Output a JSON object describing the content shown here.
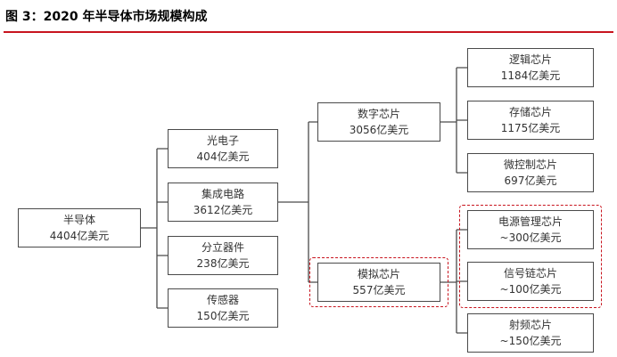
{
  "figure_title": "图 3：2020 年半导体市场规模构成",
  "colors": {
    "title_rule": "#c8141e",
    "box_border": "#4a4a4a",
    "highlight_dash": "#c8141e"
  },
  "nodes": {
    "semiconductor": {
      "name": "半导体",
      "value": "4404亿美元"
    },
    "optoelectronics": {
      "name": "光电子",
      "value": "404亿美元"
    },
    "ic": {
      "name": "集成电路",
      "value": "3612亿美元"
    },
    "discrete": {
      "name": "分立器件",
      "value": "238亿美元"
    },
    "sensor": {
      "name": "传感器",
      "value": "150亿美元"
    },
    "digital": {
      "name": "数字芯片",
      "value": "3056亿美元"
    },
    "analog": {
      "name": "模拟芯片",
      "value": "557亿美元"
    },
    "logic": {
      "name": "逻辑芯片",
      "value": "1184亿美元"
    },
    "memory": {
      "name": "存储芯片",
      "value": "1175亿美元"
    },
    "micro": {
      "name": "微控制芯片",
      "value": "697亿美元"
    },
    "power": {
      "name": "电源管理芯片",
      "value": "~300亿美元"
    },
    "signal": {
      "name": "信号链芯片",
      "value": "~100亿美元"
    },
    "rf": {
      "name": "射频芯片",
      "value": "~150亿美元"
    }
  }
}
